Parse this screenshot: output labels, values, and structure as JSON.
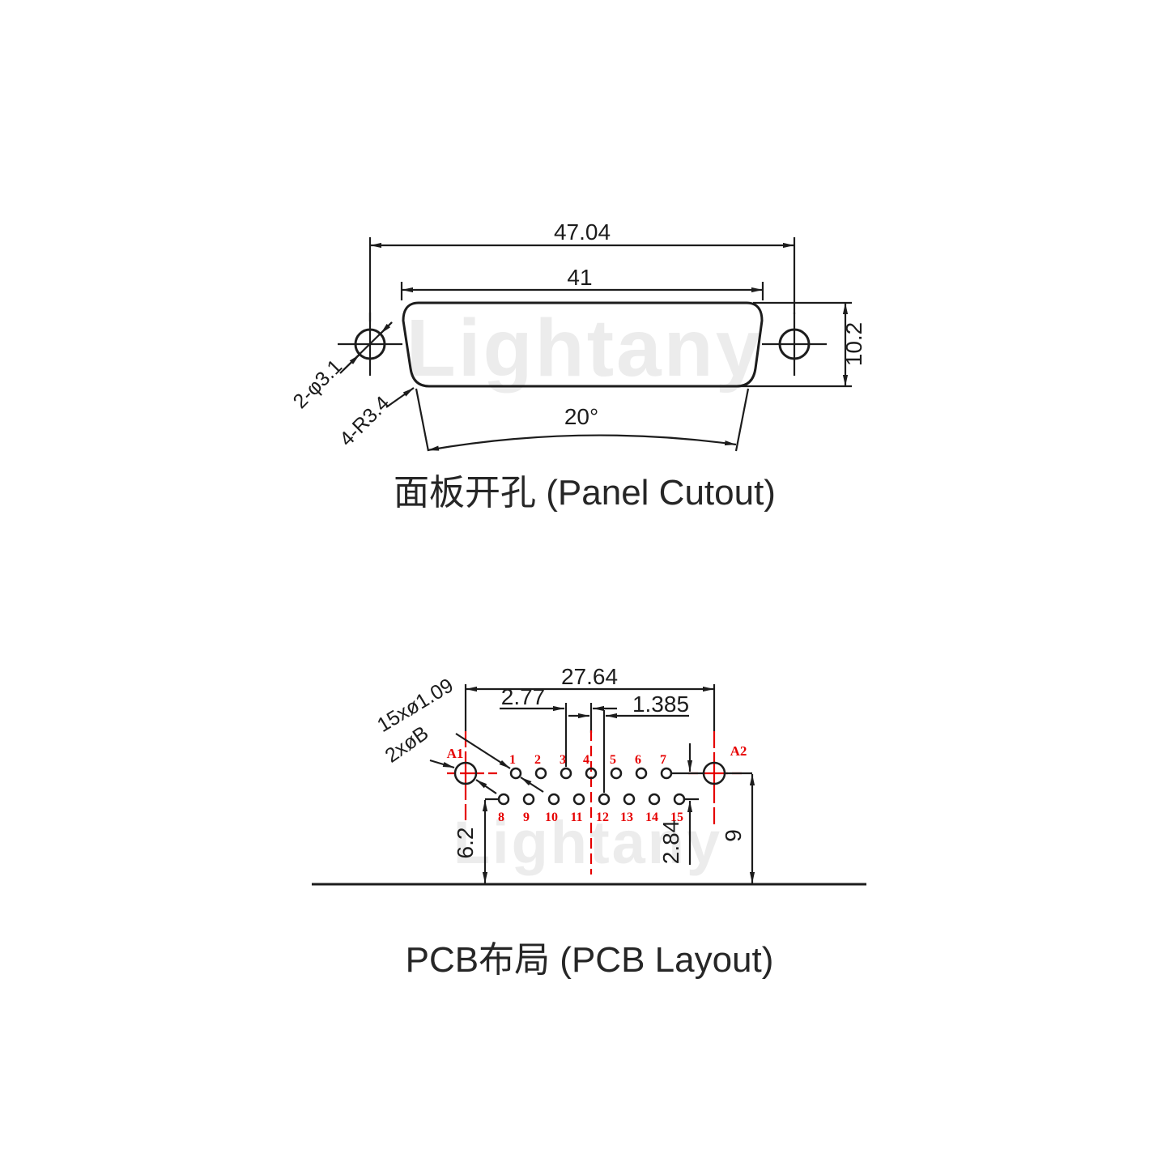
{
  "colors": {
    "line": "#1c1c1c",
    "accent_red": "#e60000",
    "watermark": "#ececec",
    "background": "#ffffff"
  },
  "watermark_text": "Lightany",
  "panel": {
    "caption": "面板开孔 (Panel Cutout)",
    "dim_outer_width": "47.04",
    "dim_inner_width": "41",
    "dim_height": "10.2",
    "dim_angle": "20°",
    "label_mount_holes": "2-φ3.1",
    "label_corner_radius": "4-R3.4"
  },
  "pcb": {
    "caption": "PCB布局 (PCB Layout)",
    "dim_span": "27.64",
    "dim_pitch": "2.77",
    "dim_row_offset": "1.385",
    "label_pin_holes": "15xø1.09",
    "label_big_holes": "2xøB",
    "dim_bottom_row_height": "6.2",
    "dim_row_gap": "2.84",
    "dim_top_row_height": "9",
    "label_a1": "A1",
    "label_a2": "A2",
    "top_pins": [
      "1",
      "2",
      "3",
      "4",
      "5",
      "6",
      "7"
    ],
    "bottom_pins": [
      "8",
      "9",
      "10",
      "11",
      "12",
      "13",
      "14",
      "15"
    ]
  }
}
